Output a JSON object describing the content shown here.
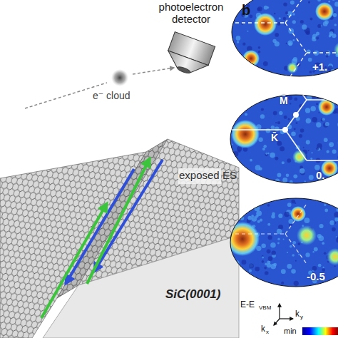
{
  "diagram": {
    "labels": [
      "photoelectron detector",
      "e⁻ cloud",
      "exposed ES",
      "SiC(0001)",
      "b",
      "+1.",
      "M̄",
      "K̄",
      "0.",
      "-0.5",
      "E-E",
      "VBM",
      "k",
      "y",
      "k",
      "x",
      "min"
    ]
  }
}
